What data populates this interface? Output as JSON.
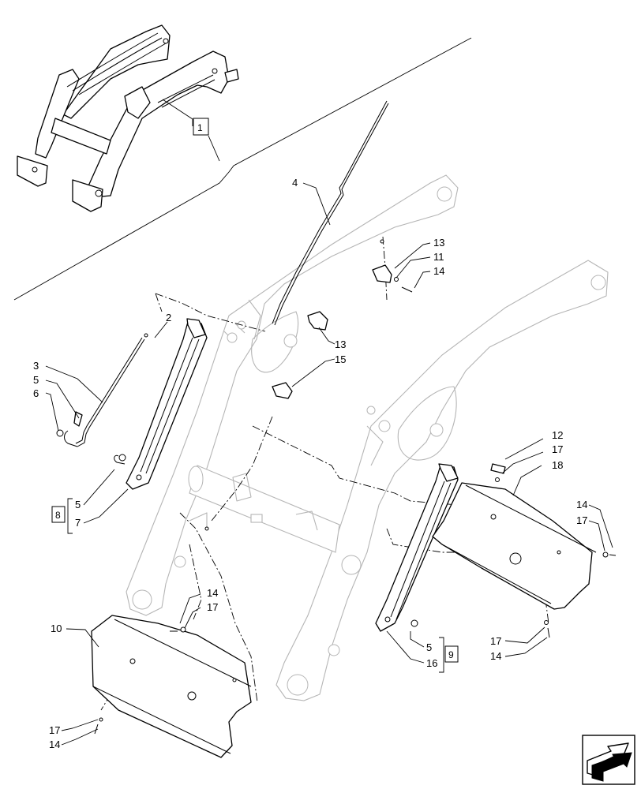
{
  "diagram": {
    "callouts": {
      "c1": "1",
      "c2": "2",
      "c3": "3",
      "c4": "4",
      "c5a": "5",
      "c5b": "5",
      "c5c": "5",
      "c6": "6",
      "c7": "7",
      "c8": "8",
      "c9": "9",
      "c10": "10",
      "c11": "11",
      "c12": "12",
      "c13a": "13",
      "c13b": "13",
      "c14a": "14",
      "c14b": "14",
      "c14c": "14",
      "c14d": "14",
      "c14e": "14",
      "c15": "15",
      "c16": "16",
      "c17a": "17",
      "c17b": "17",
      "c17c": "17",
      "c17d": "17",
      "c17e": "17",
      "c18": "18"
    },
    "nav_icon": "next-page-arrow-icon"
  }
}
